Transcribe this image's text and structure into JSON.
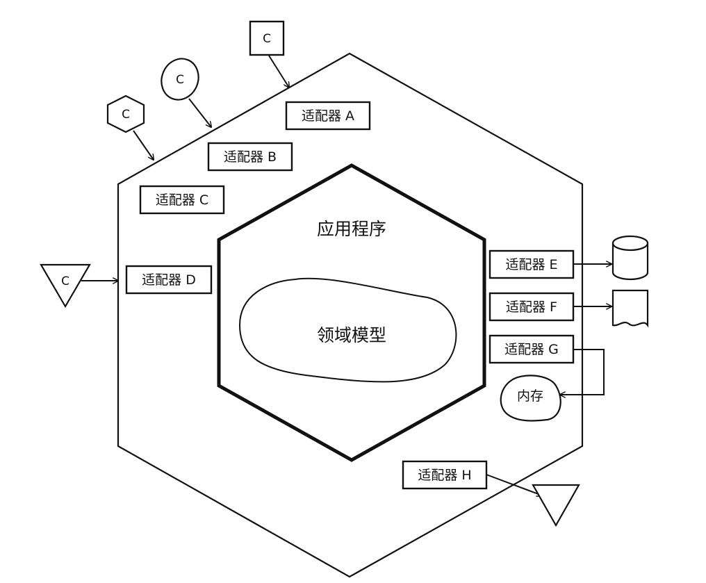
{
  "application": {
    "label": "应用程序"
  },
  "domain_model": {
    "label": "领域模型"
  },
  "adapters": [
    {
      "id": "a",
      "label": "适配器 A"
    },
    {
      "id": "b",
      "label": "适配器 B"
    },
    {
      "id": "c",
      "label": "适配器 C"
    },
    {
      "id": "d",
      "label": "适配器 D"
    },
    {
      "id": "e",
      "label": "适配器 E"
    },
    {
      "id": "f",
      "label": "适配器 F"
    },
    {
      "id": "g",
      "label": "适配器 G"
    },
    {
      "id": "h",
      "label": "适配器 H"
    }
  ],
  "clients": [
    {
      "shape": "square",
      "label": "C"
    },
    {
      "shape": "ellipse",
      "label": "C"
    },
    {
      "shape": "hexagon",
      "label": "C"
    },
    {
      "shape": "triangle",
      "label": "C"
    }
  ],
  "memory": {
    "label": "内存"
  },
  "icons": {
    "database": "database-cylinder-icon",
    "document": "document-icon",
    "triangle": "triangle-icon"
  }
}
